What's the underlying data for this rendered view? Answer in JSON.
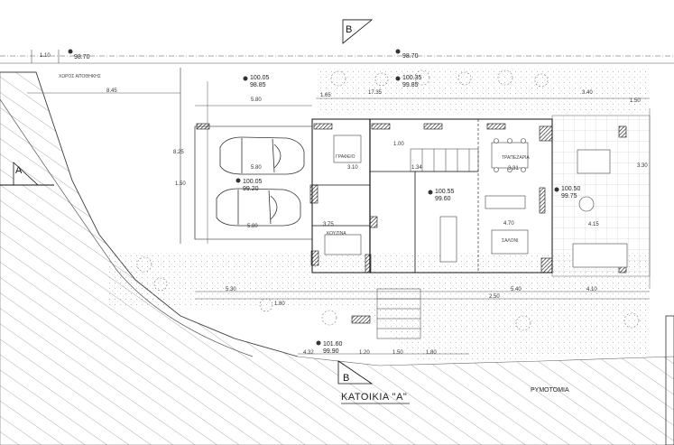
{
  "section_markers": {
    "top": "B",
    "bottom": "B",
    "left": "A"
  },
  "title": "ΚΑΤΟΙΚΙΑ \"Α\"",
  "road_label": "ΡΥΜΟΤΟΜΙΑ",
  "rooms": {
    "office": "ΓΡΑΦΕΙΟ",
    "dining": "ΤΡΑΠΕΖΑΡΙΑ",
    "kitchen": "ΚΟΥΖΙΝΑ",
    "living": "ΣΑΛΟΝΙ",
    "garage_note": "ΧΩΡΟΣ ΑΠΟΘΗΚΗΣ"
  },
  "elevations": {
    "top_left": "98.70",
    "top_right": "98.70",
    "parking": [
      "100.05",
      "98.85"
    ],
    "terrace": [
      "100.35",
      "99.85"
    ],
    "cars": [
      "100.05",
      "99.20"
    ],
    "hall": [
      "100.55",
      "99.60"
    ],
    "patio": [
      "100.50",
      "99.75"
    ],
    "entry": [
      "101.60",
      "99.90"
    ]
  },
  "dimensions": {
    "top_small": "1.10",
    "top_a": "8.45",
    "top_b": "5.80",
    "top_c": "1.65",
    "top_d": "17.35",
    "top_e": "3.40",
    "top_f": "1.50",
    "car_a": "5.80",
    "car_b": "5.80",
    "room_a": "3.10",
    "room_b": "3.31",
    "room_c": "4.70",
    "room_d": "4.15",
    "room_e": "1.00",
    "room_f": "1.34",
    "room_g": "3.75",
    "bottom_a": "5.30",
    "bottom_b": "1.80",
    "bottom_c": "4.32",
    "bottom_d": "1.20",
    "bottom_e": "1.50",
    "bottom_f": "1.80",
    "bottom_g": "5.40",
    "bottom_h": "4.10",
    "bottom_i": "2.50",
    "side_a": "8.25",
    "side_b": "3.30",
    "side_c": "1.50"
  }
}
